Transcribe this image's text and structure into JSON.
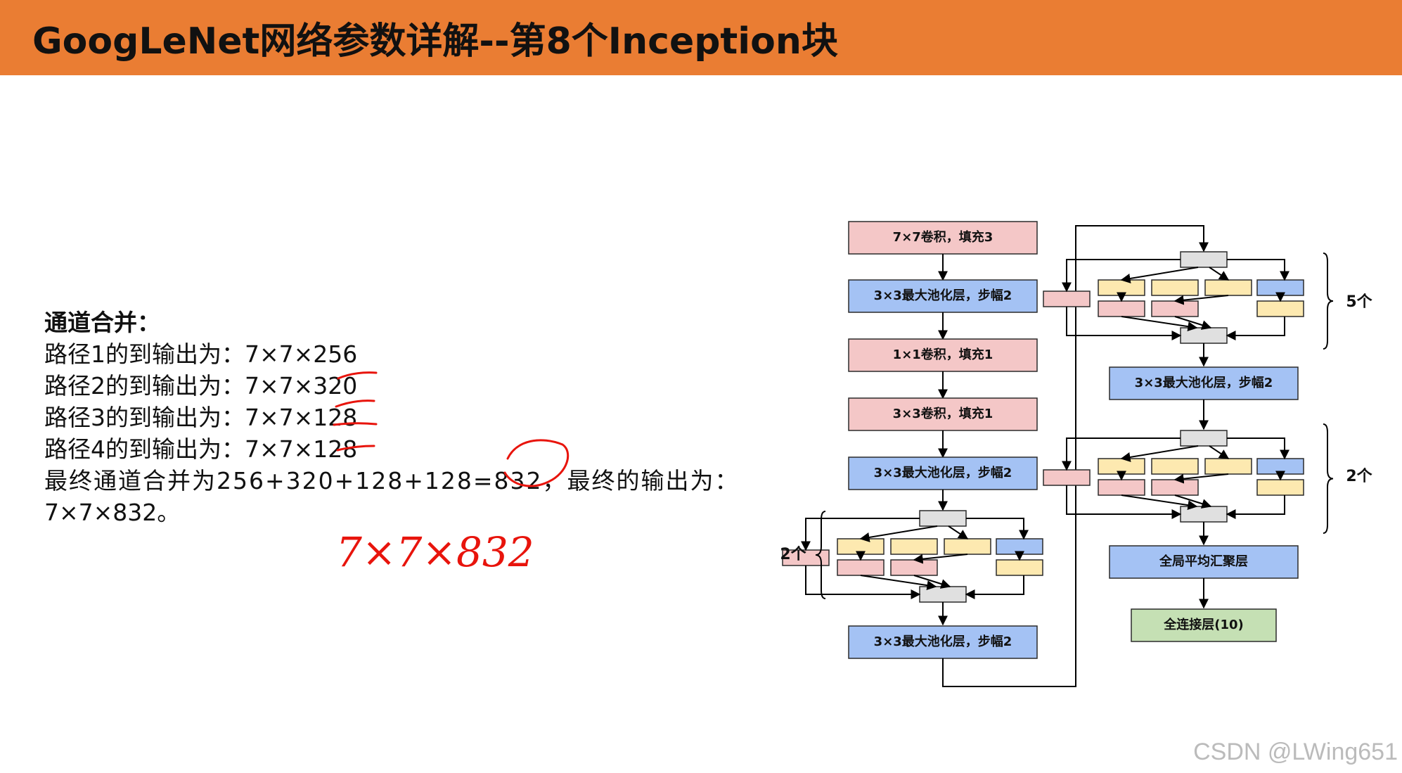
{
  "title": "GoogLeNet网络参数详解--第8个Inception块",
  "notes": {
    "heading": "通道合并：",
    "lines": [
      "路径1的到输出为：7×7×256",
      "路径2的到输出为：7×7×320",
      "路径3的到输出为：7×7×128",
      "路径4的到输出为：7×7×128",
      "最终通道合并为256+320+128+128=832，最终的输出为：",
      "7×7×832。"
    ],
    "handwritten": "7×7×832"
  },
  "diagram": {
    "left_column": [
      {
        "label": "7×7卷积，填充3",
        "kind": "conv"
      },
      {
        "label": "3×3最大池化层，步幅2",
        "kind": "pool"
      },
      {
        "label": "1×1卷积，填充1",
        "kind": "conv"
      },
      {
        "label": "3×3卷积，填充1",
        "kind": "conv"
      },
      {
        "label": "3×3最大池化层，步幅2",
        "kind": "pool"
      },
      {
        "label": "3×3最大池化层，步幅2",
        "kind": "pool"
      }
    ],
    "left_repeat": "2个",
    "right_column": [
      {
        "label": "3×3最大池化层，步幅2",
        "kind": "pool"
      },
      {
        "label": "全局平均汇聚层",
        "kind": "pool"
      },
      {
        "label": "全连接层(10)",
        "kind": "fc"
      }
    ],
    "right_repeats": [
      "5个",
      "2个"
    ]
  },
  "colors": {
    "header": "#ea7d33",
    "conv": "#f4c7c7",
    "pool": "#a4c2f4",
    "fc": "#c5e0b4",
    "concat": "#e0e0e0",
    "yellow": "#fde9b0",
    "handwriting": "#e8140c"
  },
  "watermark": "CSDN @LWing651"
}
